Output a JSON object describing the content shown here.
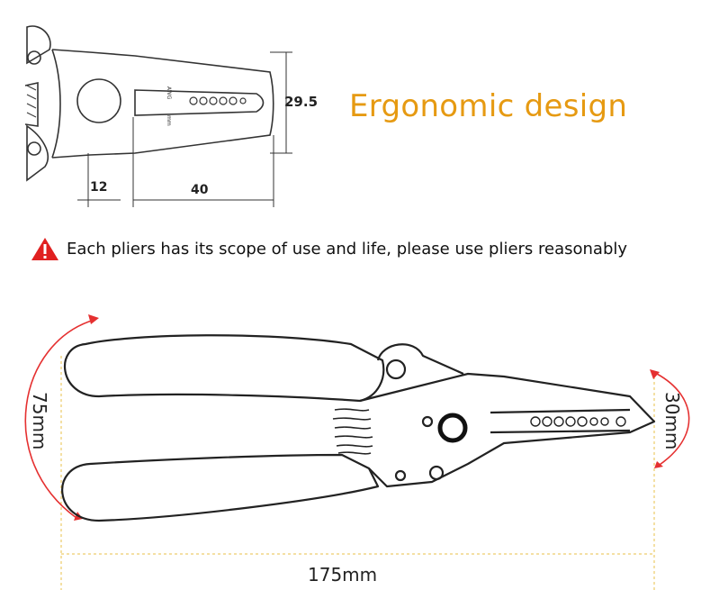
{
  "headline": "Ergonomic design",
  "warning": {
    "icon": "warning-triangle-icon",
    "text": "Each pliers has its scope of use and life, please use pliers reasonably"
  },
  "top_drawing": {
    "height_label": "29.5",
    "pivot_offset_label": "12",
    "jaw_length_label": "40"
  },
  "bottom_drawing": {
    "handle_span_label": "75mm",
    "jaw_height_label": "30mm",
    "total_length_label": "175mm"
  },
  "colors": {
    "headline": "#e69a12",
    "warning": "#e02020",
    "arrow": "#e53030",
    "guide": "#e8c24a",
    "line": "#333333"
  }
}
